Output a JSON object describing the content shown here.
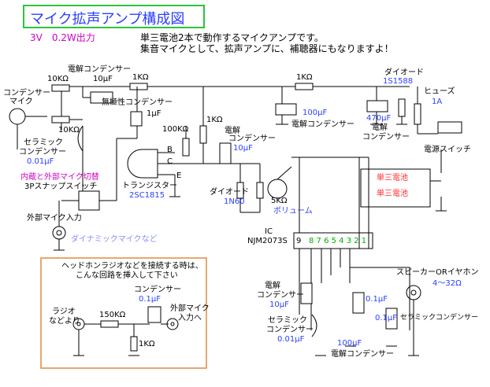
{
  "title": "マイク拡声アンプ構成図",
  "spec": "3V　0.2W出力",
  "description": [
    "単三電池2本で動作するマイクアンプです。",
    "集音マイクとして、拡声アンプに、補聴器にもなりますよ！"
  ],
  "labels": {
    "cap_mic": [
      "コンデンサー",
      "マイク"
    ],
    "r10k_top": "10KΩ",
    "r10k_bottom": "10KΩ",
    "ecap_top": "電解コンデンサー",
    "ecap_top_val": "10μF",
    "r1k_a": "1KΩ",
    "r1k_b": "1KΩ",
    "r1k_c": "1KΩ",
    "nonpolar": "無極性コンデンサー",
    "nonpolar_val": "1μF",
    "ceramic": [
      "セラミック",
      "コンデンサー"
    ],
    "ceramic_val": "0.01μF",
    "switch_note": "内蔵と外部マイク切替",
    "switch_name": "3Pスナップスイッチ",
    "ext_mic": "外部マイク入力",
    "dynamic_mic": "ダイナミックマイクなど",
    "r100k": "100KΩ",
    "transistor": "トランジスター",
    "transistor_type": "2SC1815",
    "pin_b": "B",
    "pin_c": "C",
    "pin_e": "E",
    "ecap_100": "100μF",
    "ecap_mid": "電解コンデンサー",
    "ecap_label2": [
      "電解",
      "コンデンサー"
    ],
    "ecap_10_b": "10μF",
    "diode_vert": "ダイオード",
    "diode_type": "1N60",
    "volume": "5KΩ",
    "volume_name": "ボリューム",
    "diode_top": "ダイオード",
    "diode_top_type": "1S1588",
    "ecap_470": "470μF",
    "ecap_470_name": [
      "電解",
      "コンデンサー"
    ],
    "fuse": "ヒューズ",
    "fuse_val": "1A",
    "power_switch": "電源スイッチ",
    "battery1": "単三電池",
    "battery2": "単三電池",
    "ic_label": "IC",
    "ic_type": "NJM2073S",
    "ic_pin9": "9",
    "ic_pins": "8 7 6 5 4 3 2 1",
    "speaker": "スピーカーORイヤホン",
    "speaker_val": "4〜32Ω",
    "ecap_out_name": [
      "電解",
      "コンデンサー"
    ],
    "ecap_out_val": "10μF",
    "ceramic_out": [
      "セラミック",
      "コンデンサー"
    ],
    "ceramic_out_val": "0.01μF",
    "cap_01": "0.1μF",
    "cap_01_b": "0.1μF",
    "ceramic_vert": "セラミックコンデンサー",
    "ecap_100_bottom": "100μF",
    "ecap_bottom_name": "電解コンデンサー"
  },
  "inset": {
    "note": [
      "ヘッドホンラジオなどを接続する時は、",
      "こんな回路を挿入して下さい"
    ],
    "radio": [
      "ラジオ",
      "などより"
    ],
    "r150k": "150KΩ",
    "cap_name": "コンデンサー",
    "cap_val": "0.1μF",
    "ext_mic": [
      "外部マイク",
      "入力へ"
    ],
    "r1k": "1KΩ"
  },
  "colors": {
    "title_border": "#2cc33d",
    "text_blue": "#2a3fff",
    "magenta": "#d300c8",
    "ic_pins": "#00b000",
    "battery_red": "#ff3030",
    "inset_border": "#e08a3c"
  }
}
